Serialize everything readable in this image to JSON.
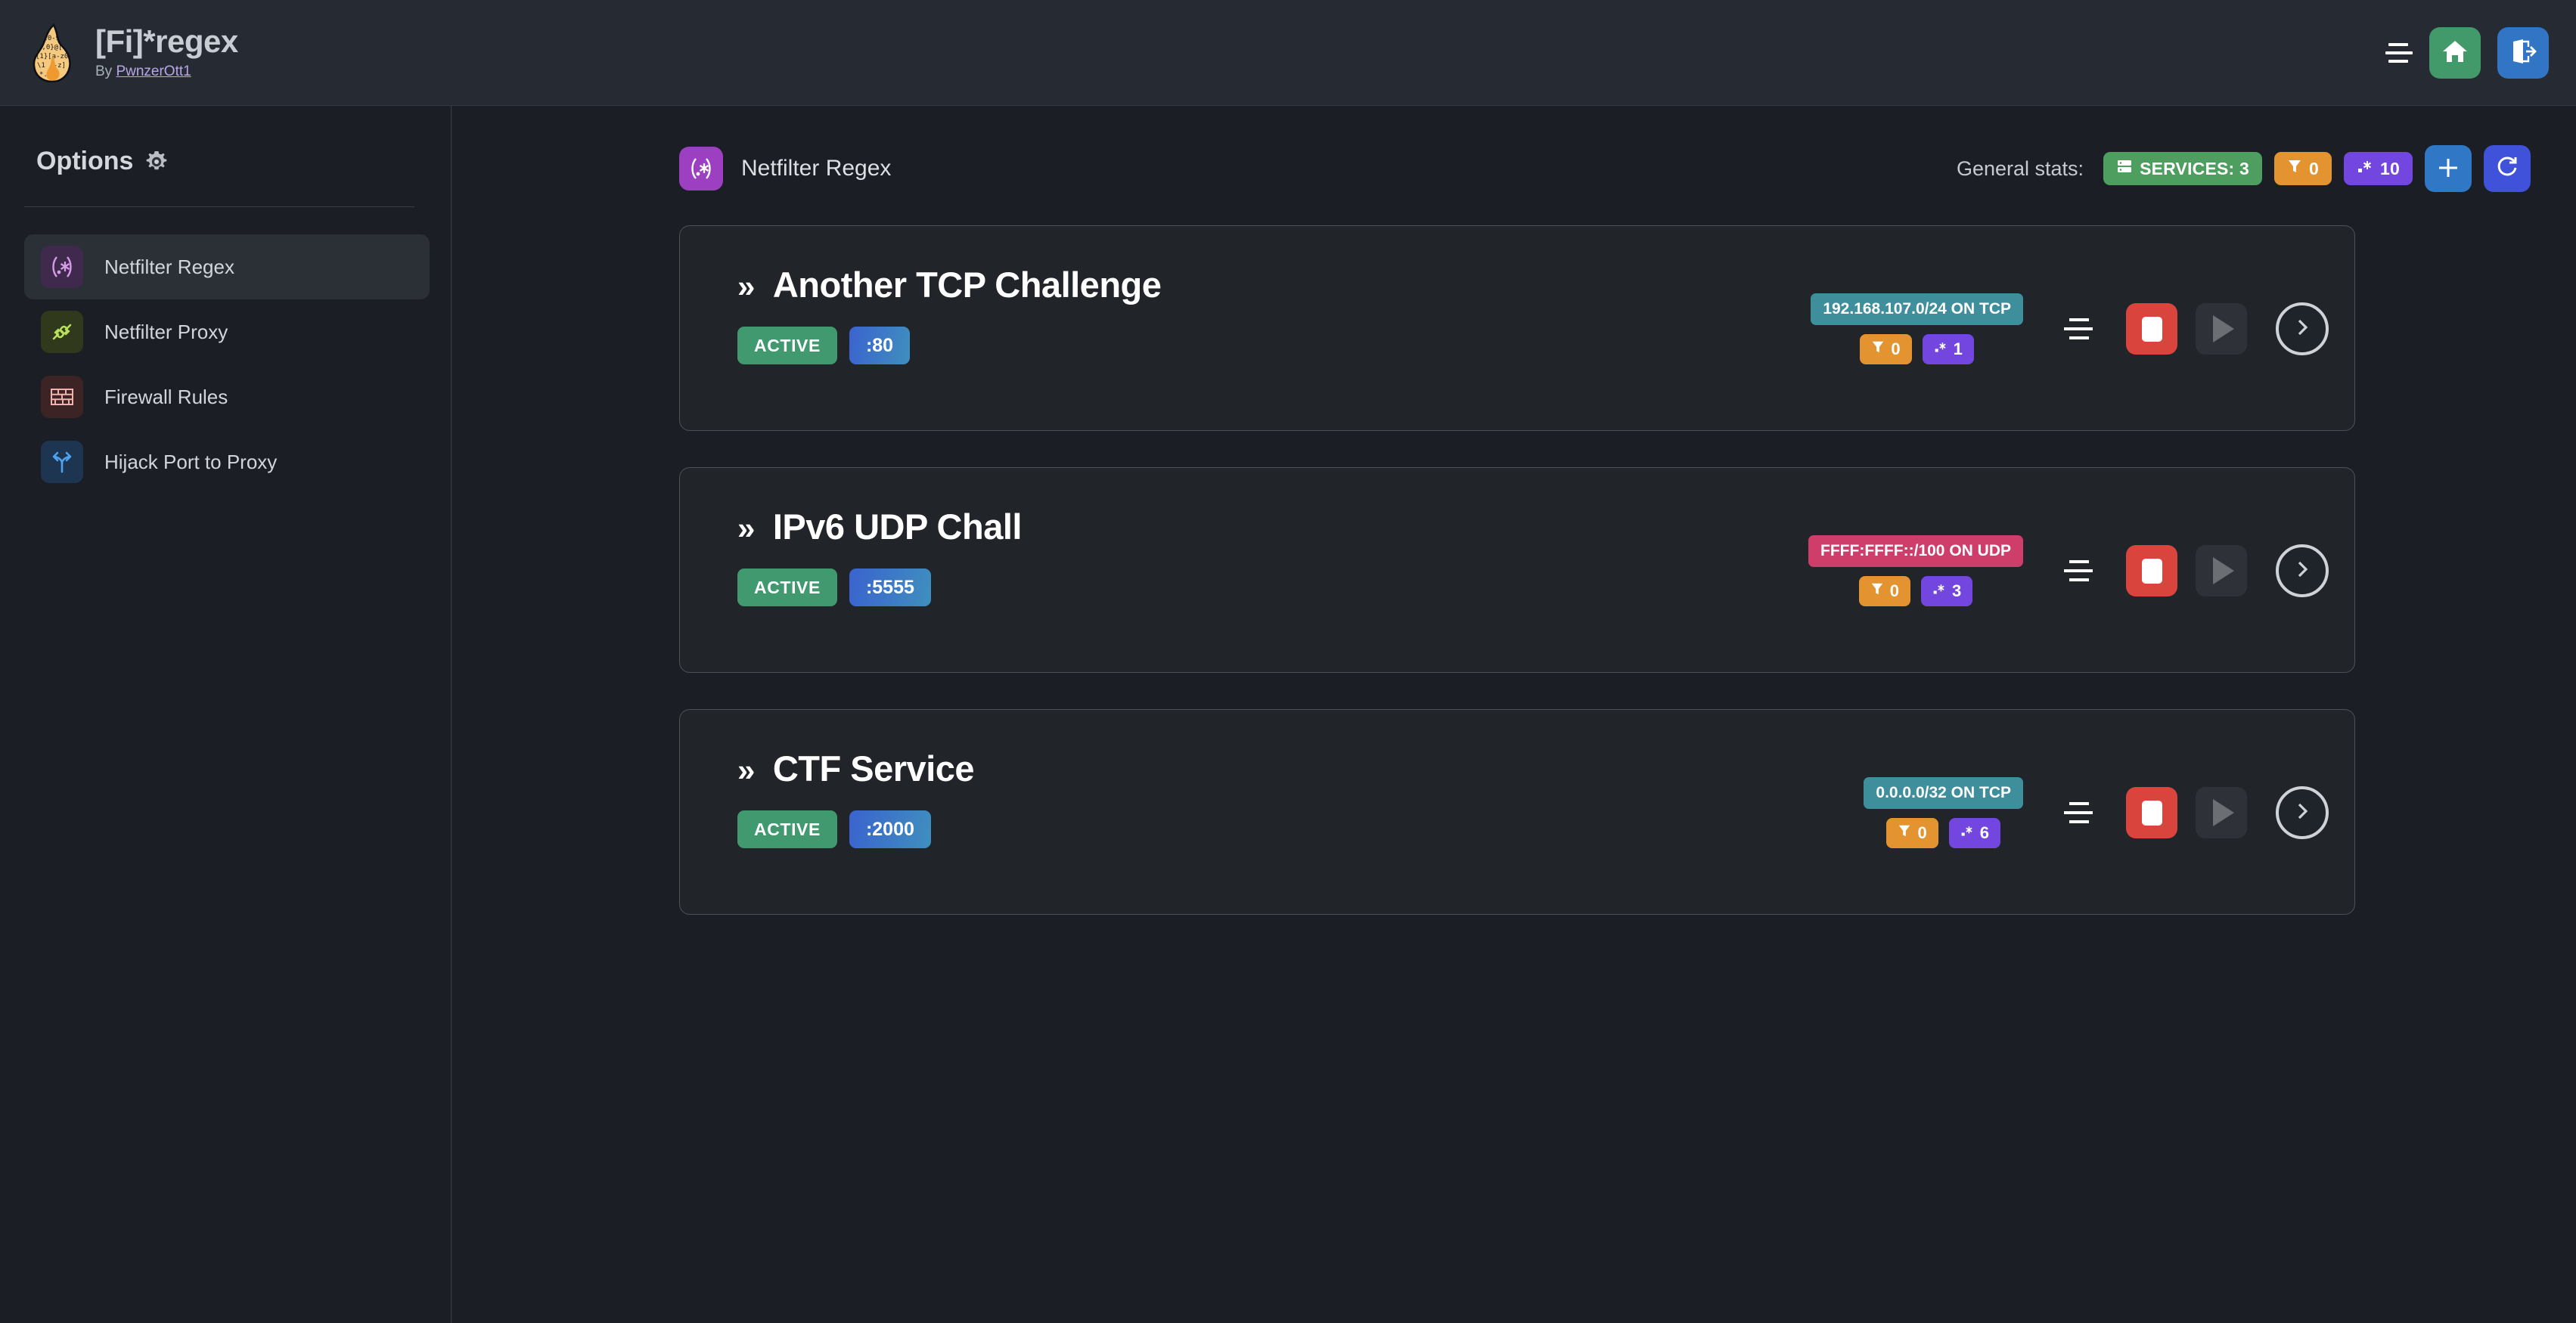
{
  "header": {
    "title": "[Fi]*regex",
    "by_prefix": "By ",
    "author": "PwnzerOtt1",
    "logo_icon": "flame-regex-logo",
    "menu_icon": "hamburger-menu-icon",
    "home_icon": "home-icon",
    "logout_icon": "logout-icon",
    "home_color": "#429a6b",
    "logout_color": "#3275c4"
  },
  "sidebar": {
    "title": "Options",
    "gear_icon": "gear-icon",
    "items": [
      {
        "label": "Netfilter Regex",
        "icon": "regex-icon",
        "icon_bg": "#3f2a4d",
        "icon_fg": "#d89bea",
        "active": true
      },
      {
        "label": "Netfilter Proxy",
        "icon": "plug-icon",
        "icon_bg": "#30391b",
        "icon_fg": "#b8e05c",
        "active": false
      },
      {
        "label": "Firewall Rules",
        "icon": "brick-wall-icon",
        "icon_bg": "#3d2424",
        "icon_fg": "#f3b0ad",
        "active": false
      },
      {
        "label": "Hijack Port to Proxy",
        "icon": "fork-arrow-icon",
        "icon_bg": "#1e3552",
        "icon_fg": "#4da3f0",
        "active": false
      }
    ]
  },
  "main": {
    "page_icon": "regex-icon",
    "page_title": "Netfilter Regex",
    "stats_label": "General stats:",
    "stats": [
      {
        "name": "services",
        "icon": "server-icon",
        "text": "SERVICES: 3",
        "color": "#4e9e5f"
      },
      {
        "name": "filters",
        "icon": "filter-icon",
        "text": "0",
        "color": "#e39430"
      },
      {
        "name": "regexes",
        "icon": "regex-dot-star-icon",
        "text": "10",
        "color": "#7346e0"
      }
    ],
    "add_button": {
      "icon": "plus-icon",
      "color": "#3078c6"
    },
    "refresh_button": {
      "icon": "refresh-icon",
      "color": "#3f52d9"
    }
  },
  "services": [
    {
      "chevron": "»",
      "name": "Another TCP Challenge",
      "status": "ACTIVE",
      "port": ":80",
      "network": "192.168.107.0/24 ON TCP",
      "network_proto": "tcp",
      "filters_count": "0",
      "regex_count": "1",
      "list_icon": "list-icon",
      "stop_icon": "stop-icon",
      "play_icon": "play-icon",
      "go_icon": "chevron-right-icon"
    },
    {
      "chevron": "»",
      "name": "IPv6 UDP Chall",
      "status": "ACTIVE",
      "port": ":5555",
      "network": "FFFF:FFFF::/100 ON UDP",
      "network_proto": "udp",
      "filters_count": "0",
      "regex_count": "3",
      "list_icon": "list-icon",
      "stop_icon": "stop-icon",
      "play_icon": "play-icon",
      "go_icon": "chevron-right-icon"
    },
    {
      "chevron": "»",
      "name": "CTF Service",
      "status": "ACTIVE",
      "port": ":2000",
      "network": "0.0.0.0/32 ON TCP",
      "network_proto": "tcp",
      "filters_count": "0",
      "regex_count": "6",
      "list_icon": "list-icon",
      "stop_icon": "stop-icon",
      "play_icon": "play-icon",
      "go_icon": "chevron-right-icon"
    }
  ]
}
